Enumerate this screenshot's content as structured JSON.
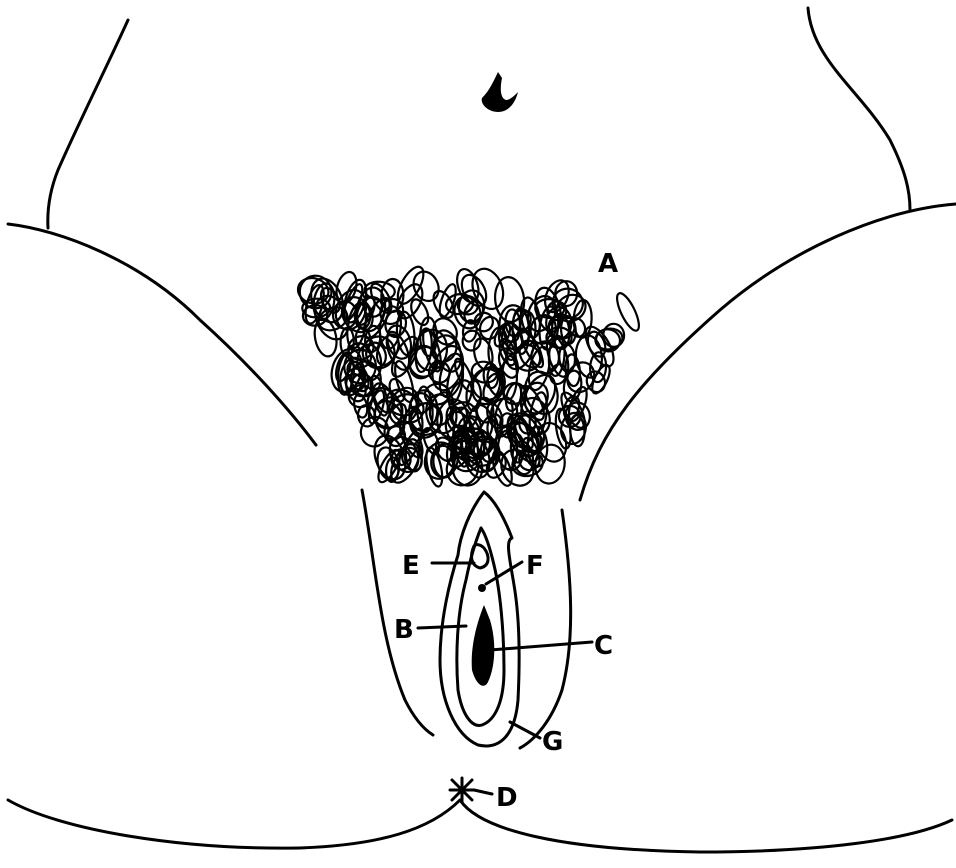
{
  "diagram": {
    "labels": {
      "A": "A",
      "B": "B",
      "C": "C",
      "D": "D",
      "E": "E",
      "F": "F",
      "G": "G"
    },
    "colors": {
      "ink": "#000000",
      "background": "#ffffff"
    }
  }
}
